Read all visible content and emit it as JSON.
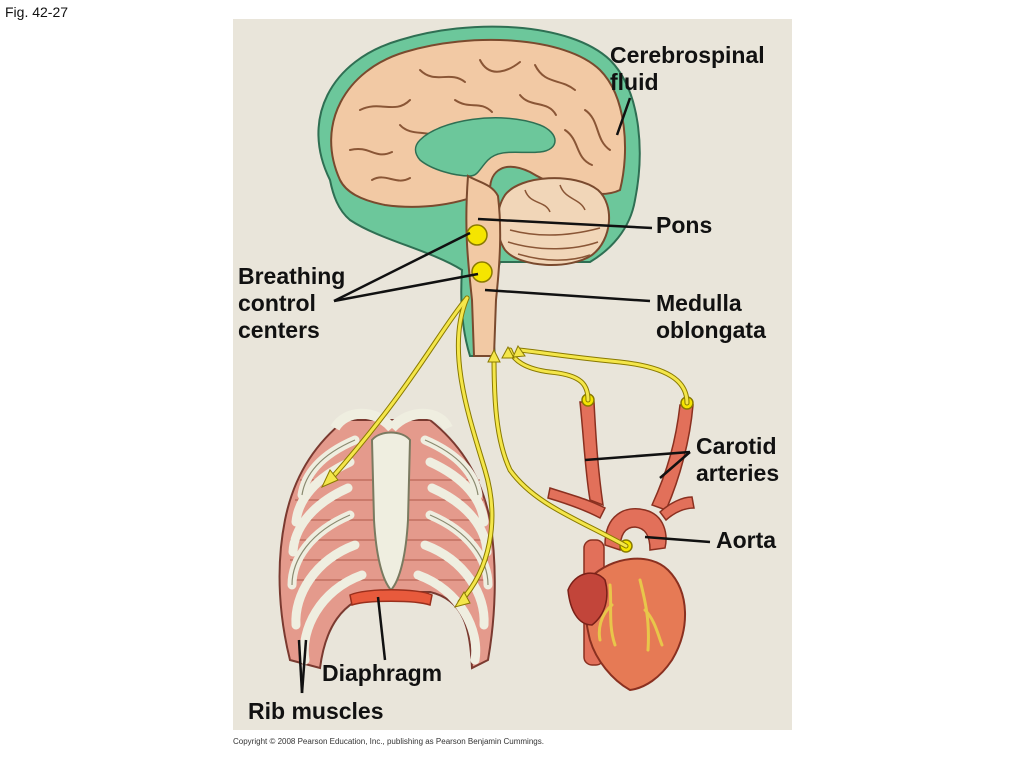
{
  "figure": {
    "label": "Fig. 42-27",
    "copyright": "Copyright © 2008 Pearson Education, Inc., publishing as Pearson Benjamin Cummings."
  },
  "labels": {
    "cerebrospinal_fluid": [
      "Cerebrospinal",
      "fluid"
    ],
    "pons": "Pons",
    "breathing_control_centers": [
      "Breathing",
      "control",
      "centers"
    ],
    "medulla_oblongata": [
      "Medulla",
      "oblongata"
    ],
    "carotid_arteries": [
      "Carotid",
      "arteries"
    ],
    "aorta": "Aorta",
    "diaphragm": "Diaphragm",
    "rib_muscles": "Rib muscles"
  },
  "colors": {
    "background_panel": "#e9e5da",
    "brain_tissue": "#f2c9a4",
    "csf": "#6cc79b",
    "nerve_pathway": "#f4e64a",
    "artery": "#e2705a",
    "rib_bone": "#efeee0",
    "rib_muscle": "#e49a8c",
    "diaphragm": "#e85a3c"
  }
}
